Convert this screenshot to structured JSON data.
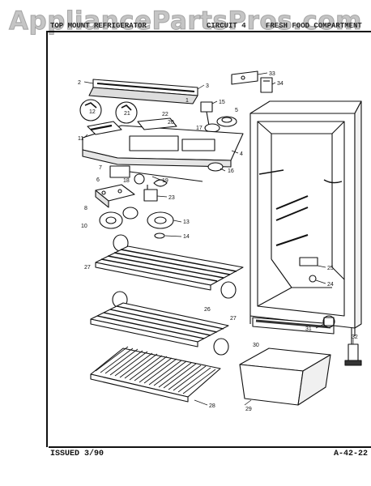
{
  "watermark": "AppliancePartsPros.com",
  "header": {
    "left": "TOP MOUNT REFRIGERATOR",
    "mid": "CIRCUIT 4",
    "right": "FRESH FOOD COMPARTMENT"
  },
  "footer": {
    "issued": "ISSUED 3/90",
    "doc_number": "A-42-22"
  },
  "callouts": [
    "2",
    "3",
    "33",
    "34",
    "12",
    "1",
    "15",
    "21",
    "22",
    "20",
    "17",
    "5",
    "11",
    "4",
    "7",
    "16",
    "6",
    "18",
    "19",
    "23",
    "8",
    "13",
    "10",
    "14",
    "27",
    "25",
    "24",
    "26",
    "27",
    "31",
    "30",
    "32",
    "28",
    "29"
  ],
  "colors": {
    "line": "#111111",
    "fill": "#ffffff"
  }
}
